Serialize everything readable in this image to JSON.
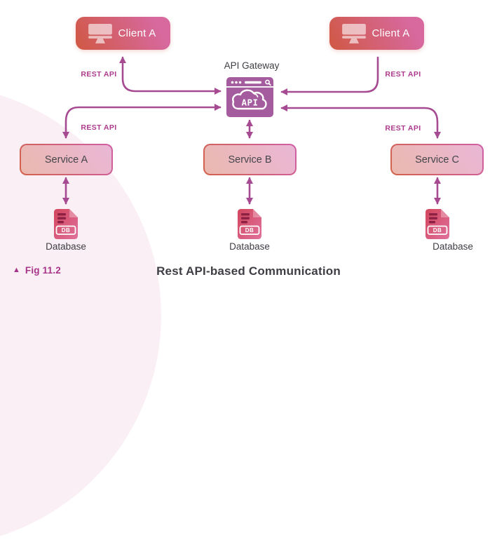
{
  "palette": {
    "arrow_color": "#a64a92",
    "rest_label_color": "#ad3a8c",
    "gateway_purple": "#a55c9e",
    "text_dark": "#3e3e44",
    "fig_color": "#a73489",
    "blob_color": "#faeff4",
    "client_gradient": [
      "#d05843",
      "#d7699f"
    ],
    "service_border_gradient": [
      "#d2624a",
      "#cf5fa6"
    ],
    "database_gradient": [
      "#d2455c",
      "#e0719c"
    ]
  },
  "clients": [
    {
      "label": "Client A"
    },
    {
      "label": "Client A"
    }
  ],
  "gateway": {
    "label": "API Gateway",
    "icon_text": "API"
  },
  "services": [
    {
      "label": "Service A"
    },
    {
      "label": "Service B"
    },
    {
      "label": "Service C"
    }
  ],
  "databases": [
    {
      "label": "Database",
      "icon_text": "DB"
    },
    {
      "label": "Database",
      "icon_text": "DB"
    },
    {
      "label": "Database",
      "icon_text": "DB"
    }
  ],
  "connection_labels": [
    "REST API",
    "REST API",
    "REST API",
    "REST API"
  ],
  "caption": {
    "marker": "▲",
    "text": "Fig 11.2"
  },
  "title": "Rest API-based Communication"
}
